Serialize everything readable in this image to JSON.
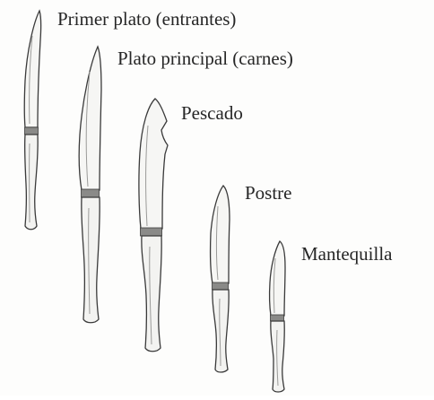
{
  "knives": [
    {
      "label": "Primer plato (entrantes)",
      "icon": "dinner-knife-icon"
    },
    {
      "label": "Plato principal (carnes)",
      "icon": "steak-knife-icon"
    },
    {
      "label": "Pescado",
      "icon": "fish-knife-icon"
    },
    {
      "label": "Postre",
      "icon": "dessert-knife-icon"
    },
    {
      "label": "Mantequilla",
      "icon": "butter-knife-icon"
    }
  ],
  "colors": {
    "background": "#fdfdfc",
    "outline": "#3a3a3a",
    "bolster": "#8a8a88",
    "text": "#262626"
  }
}
